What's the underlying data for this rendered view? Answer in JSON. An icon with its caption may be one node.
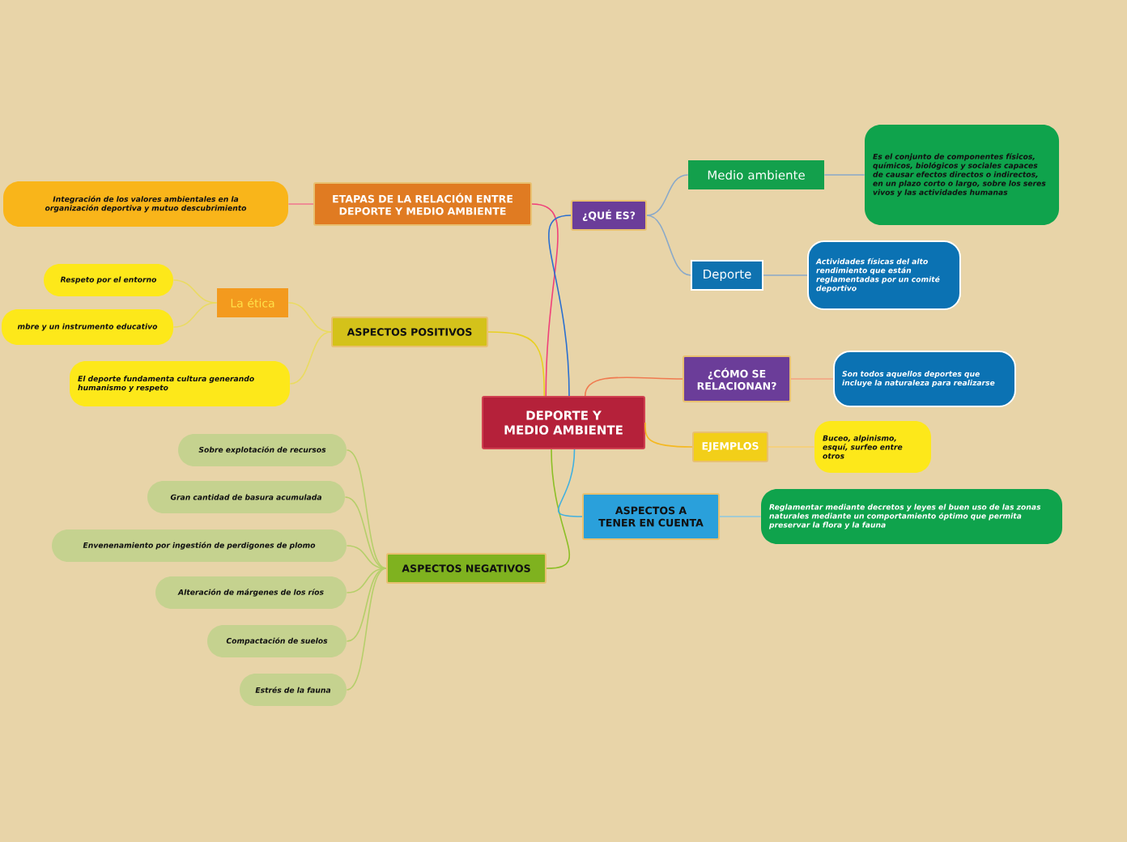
{
  "diagram": {
    "nodes": [
      {
        "text": [
          "DEPORTE Y MEDIO AMBIENTE"
        ]
      },
      {
        "text": [
          "ETAPAS DE LA RELACIÓN ENTRE DEPORTE Y MEDIO AMBIENTE"
        ]
      },
      {
        "text": [
          "Integración de los valores ambientales en la organización deportiva y mutuo descubrimiento"
        ]
      },
      {
        "text": [
          "ASPECTOS POSITIVOS"
        ]
      },
      {
        "text": [
          "La ética"
        ]
      },
      {
        "text": [
          "Respeto por el entorno"
        ]
      },
      {
        "text": [
          "mbre y un instrumento educativo"
        ]
      },
      {
        "text": [
          "El deporte fundamenta cultura generando humanismo y respeto"
        ]
      },
      {
        "text": [
          "ASPECTOS NEGATIVOS"
        ]
      },
      {
        "text": [
          "Sobre explotación de recursos"
        ]
      },
      {
        "text": [
          "Gran cantidad de basura acumulada"
        ]
      },
      {
        "text": [
          "Envenenamiento por ingestión de perdigones de plomo"
        ]
      },
      {
        "text": [
          "Alteración de márgenes de los ríos"
        ]
      },
      {
        "text": [
          "Compactación de suelos"
        ]
      },
      {
        "text": [
          "Estrés de la fauna"
        ]
      },
      {
        "text": [
          "¿QUÉ ES?"
        ]
      },
      {
        "text": [
          "Medio ambiente"
        ]
      },
      {
        "text": [
          "Es el conjunto de componentes físicos, químicos, biológicos y sociales capaces de causar efectos directos o indirectos, en un plazo corto o largo, sobre los seres vivos y las actividades humanas"
        ]
      },
      {
        "text": [
          "Deporte"
        ]
      },
      {
        "text": [
          "Actividades físicas del alto rendimiento que están reglamentadas por un comité deportivo"
        ]
      },
      {
        "text": [
          "¿CÓMO SE RELACIONAN?"
        ]
      },
      {
        "text": [
          "Son todos aquellos deportes que incluye la naturaleza para realizarse"
        ]
      },
      {
        "text": [
          "EJEMPLOS"
        ]
      },
      {
        "text": [
          "Buceo, alpinismo, esquí, surfeo entre otros"
        ]
      },
      {
        "text": [
          "ASPECTOS A TENER EN CUENTA"
        ]
      },
      {
        "text": [
          "Reglamentar mediante decretos y leyes el buen uso de las zonas naturales mediante un comportamiento óptimo que permita preservar la flora y la fauna"
        ]
      }
    ],
    "edges": [
      {
        "from": 0,
        "to": 1,
        "arrow": "none",
        "color": "#f0407a"
      },
      {
        "from": 1,
        "to": 2,
        "arrow": "none",
        "color": "#f07a90"
      },
      {
        "from": 0,
        "to": 3,
        "arrow": "none",
        "color": "#e8d020"
      },
      {
        "from": 3,
        "to": 4,
        "arrow": "none",
        "color": "#eadb60"
      },
      {
        "from": 4,
        "to": 5,
        "arrow": "none",
        "color": "#eadb60"
      },
      {
        "from": 4,
        "to": 6,
        "arrow": "none",
        "color": "#eadb60"
      },
      {
        "from": 3,
        "to": 7,
        "arrow": "none",
        "color": "#eadb60"
      },
      {
        "from": 0,
        "to": 8,
        "arrow": "none",
        "color": "#8cbf26"
      },
      {
        "from": 8,
        "to": 9,
        "arrow": "none",
        "color": "#b5cf6a"
      },
      {
        "from": 8,
        "to": 10,
        "arrow": "none",
        "color": "#b5cf6a"
      },
      {
        "from": 8,
        "to": 11,
        "arrow": "none",
        "color": "#b5cf6a"
      },
      {
        "from": 8,
        "to": 12,
        "arrow": "none",
        "color": "#b5cf6a"
      },
      {
        "from": 8,
        "to": 13,
        "arrow": "none",
        "color": "#b5cf6a"
      },
      {
        "from": 8,
        "to": 14,
        "arrow": "none",
        "color": "#b5cf6a"
      },
      {
        "from": 0,
        "to": 15,
        "arrow": "none",
        "color": "#2a6fd0"
      },
      {
        "from": 15,
        "to": 16,
        "arrow": "none",
        "color": "#8aa9c9"
      },
      {
        "from": 16,
        "to": 17,
        "arrow": "none",
        "color": "#8aa9c9"
      },
      {
        "from": 15,
        "to": 18,
        "arrow": "none",
        "color": "#8aa9c9"
      },
      {
        "from": 18,
        "to": 19,
        "arrow": "none",
        "color": "#8aa9c9"
      },
      {
        "from": 0,
        "to": 20,
        "arrow": "none",
        "color": "#f07a50"
      },
      {
        "from": 20,
        "to": 21,
        "arrow": "none",
        "color": "#f5a080"
      },
      {
        "from": 0,
        "to": 22,
        "arrow": "none",
        "color": "#f5b820"
      },
      {
        "from": 22,
        "to": 23,
        "arrow": "none",
        "color": "#f8cf70"
      },
      {
        "from": 0,
        "to": 24,
        "arrow": "none",
        "color": "#40b0e0"
      },
      {
        "from": 24,
        "to": 25,
        "arrow": "none",
        "color": "#8cc8e0"
      }
    ]
  }
}
